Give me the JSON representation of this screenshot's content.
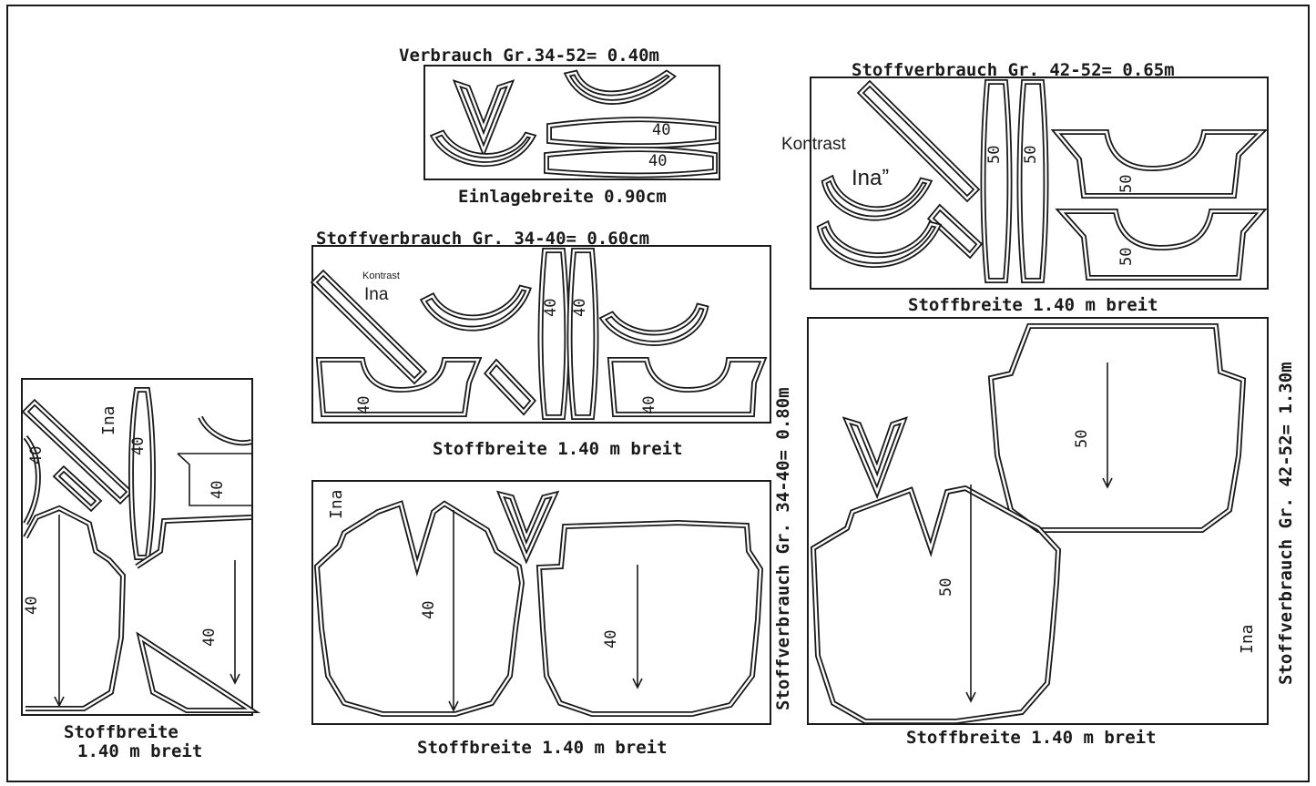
{
  "interfacing": {
    "title": "Verbrauch Gr.34-52= 0.40m",
    "width": "Einlagebreite 0.90cm",
    "numbers": [
      "40",
      "40"
    ]
  },
  "layout_34_40_small": {
    "title": "Stoffverbrauch Gr. 34-40= 0.60cm",
    "contrast": "Kontrast",
    "name": "Ina",
    "width": "Stoffbreite 1.40 m breit",
    "numbers": [
      "40",
      "40",
      "40",
      "40"
    ]
  },
  "layout_42_52_small": {
    "title": "Stoffverbrauch Gr. 42-52= 0.65m",
    "contrast": "Kontrast",
    "name": "Inaˮ",
    "width": "Stoffbreite 1.40 m breit",
    "numbers": [
      "50",
      "50",
      "50",
      "50"
    ]
  },
  "layout_left": {
    "name": "Ina",
    "width_line1": "Stoffbreite",
    "width_line2": "1.40 m breit",
    "numbers": [
      "40",
      "40",
      "40",
      "40",
      "40"
    ]
  },
  "layout_34_40_main": {
    "consumption": "Stoffverbrauch Gr.  34-40= 0.80m",
    "name": "Ina",
    "width": "Stoffbreite 1.40 m breit",
    "numbers": [
      "40",
      "40"
    ]
  },
  "layout_42_52_main": {
    "consumption": "Stoffverbrauch Gr.  42-52= 1.30m",
    "name": "Ina",
    "width": "Stoffbreite 1.40 m breit",
    "numbers": [
      "50",
      "50"
    ]
  }
}
